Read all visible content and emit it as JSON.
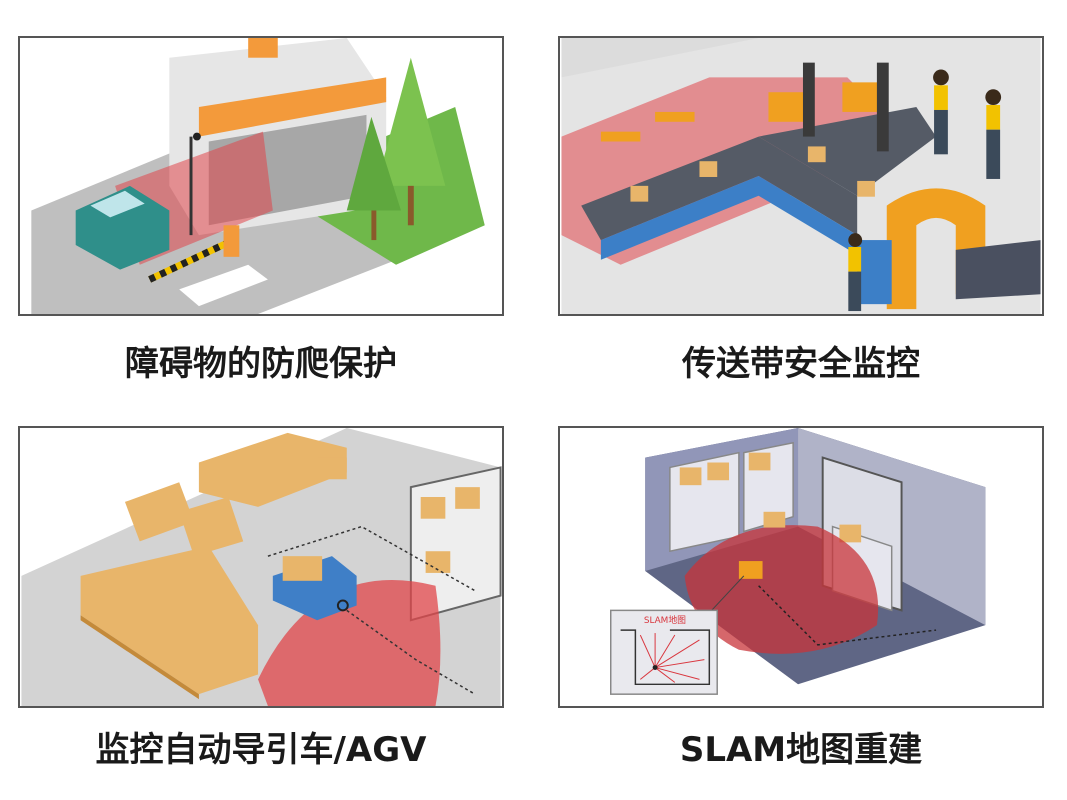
{
  "panels": [
    {
      "caption": "障碍物的防爬保护",
      "illustration": "barrier-gate-illustration"
    },
    {
      "caption": "传送带安全监控",
      "illustration": "conveyor-robot-illustration"
    },
    {
      "caption": "监控自动导引车/AGV",
      "illustration": "agv-warehouse-illustration"
    },
    {
      "caption": "SLAM地图重建",
      "illustration": "slam-room-illustration",
      "inset_label": "SLAM地图"
    }
  ],
  "colors": {
    "scan_zone": "#e0454a",
    "building_orange": "#f39a3b",
    "ground_gray": "#c9c9c9",
    "grass_green": "#6fb84a",
    "robot_orange": "#f0a020",
    "box_tan": "#e8b56a",
    "truck_blue": "#3f7fc7",
    "room_wall": "#8a8fb0"
  }
}
